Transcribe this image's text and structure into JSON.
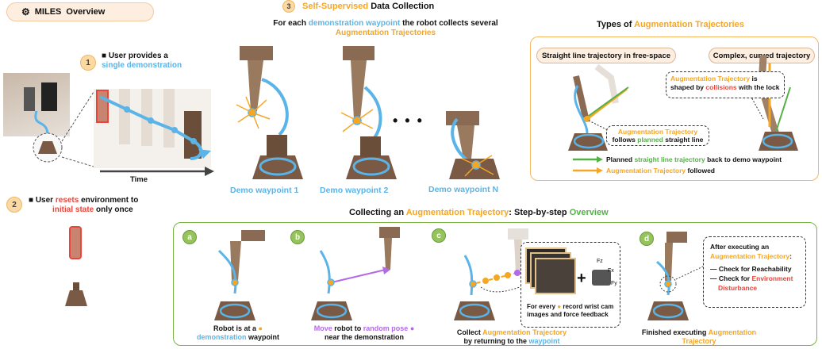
{
  "colors": {
    "blue": "#5ab4e8",
    "orange": "#f5a623",
    "red": "#e8453c",
    "green": "#55b047",
    "purple": "#b36ae8",
    "metal": "#7a5a44"
  },
  "header": {
    "title": "MILES",
    "title_suffix": "Overview",
    "icon": "robot-emoji-icon"
  },
  "step1": {
    "number": "1",
    "line1_prefix": "User provides a",
    "line2": "single demonstration",
    "time_label": "Time",
    "icon": "person-at-computer-icon"
  },
  "step2": {
    "number": "2",
    "word_user": "User",
    "word_resets": "resets",
    "rest1": "environment to",
    "initial_state": "initial state",
    "rest2": "only once",
    "icon": "person-at-computer-icon"
  },
  "step3": {
    "number": "3",
    "title_orange": "Self-Supervised",
    "title_rest": "Data Collection",
    "sub_prefix": "For each",
    "sub_blue": "demonstration waypoint",
    "sub_mid": "the robot collects several",
    "sub_orange": "Augmentation Trajectories",
    "labels": [
      "Demo waypoint 1",
      "Demo waypoint 2",
      "Demo waypoint N"
    ],
    "ellipsis": "• • •"
  },
  "types": {
    "title_prefix": "Types of",
    "title_orange": "Augmentation Trajectories",
    "pill_left": "Straight line trajectory in free-space",
    "pill_right": "Complex, curved trajectory",
    "callout_right_orange": "Augmentation Trajectory",
    "callout_right_1": "is",
    "callout_right_2": "shaped by",
    "callout_right_red": "collisions",
    "callout_right_3": "with the lock",
    "callout_left_orange": "Augmentation Trajectory",
    "callout_left_1": "follows",
    "callout_left_green": "planned",
    "callout_left_2": "straight line",
    "legend_green_1": "Planned",
    "legend_green_2": "straight line trajectory",
    "legend_green_3": "back to demo waypoint",
    "legend_orange_1": "Augmentation Trajectory",
    "legend_orange_2": "followed"
  },
  "steps": {
    "title_prefix": "Collecting an",
    "title_orange": "Augmentation Trajectory",
    "title_mid": ": Step-by-step",
    "title_green": "Overview",
    "a": {
      "letter": "a",
      "l1": "Robot is at a",
      "l2_blue": "demonstration",
      "l2_rest": "waypoint"
    },
    "b": {
      "letter": "b",
      "l1_purple": "Move",
      "l1_rest": "robot to",
      "l1_purple2": "random pose",
      "l2": "near the demonstration"
    },
    "c": {
      "letter": "c",
      "l1": "Collect",
      "l1_orange": "Augmentation Trajectory",
      "l2": "by returning to the",
      "l2_blue": "waypoint",
      "inner_1": "For every",
      "inner_2": "record wrist cam",
      "inner_3": "images and force feedback",
      "force_labels": [
        "Fz",
        "Fx",
        "Fy"
      ]
    },
    "d": {
      "letter": "d",
      "l1": "Finished executing",
      "l1_orange": "Augmentation",
      "l2_orange": "Trajectory",
      "box_title": "After executing an",
      "box_orange": "Augmentation Trajectory",
      "check1_prefix": "Check for",
      "check1": "Reachability",
      "check2_prefix": "Check for",
      "check2_red": "Environment",
      "check2_red2": "Disturbance"
    }
  }
}
